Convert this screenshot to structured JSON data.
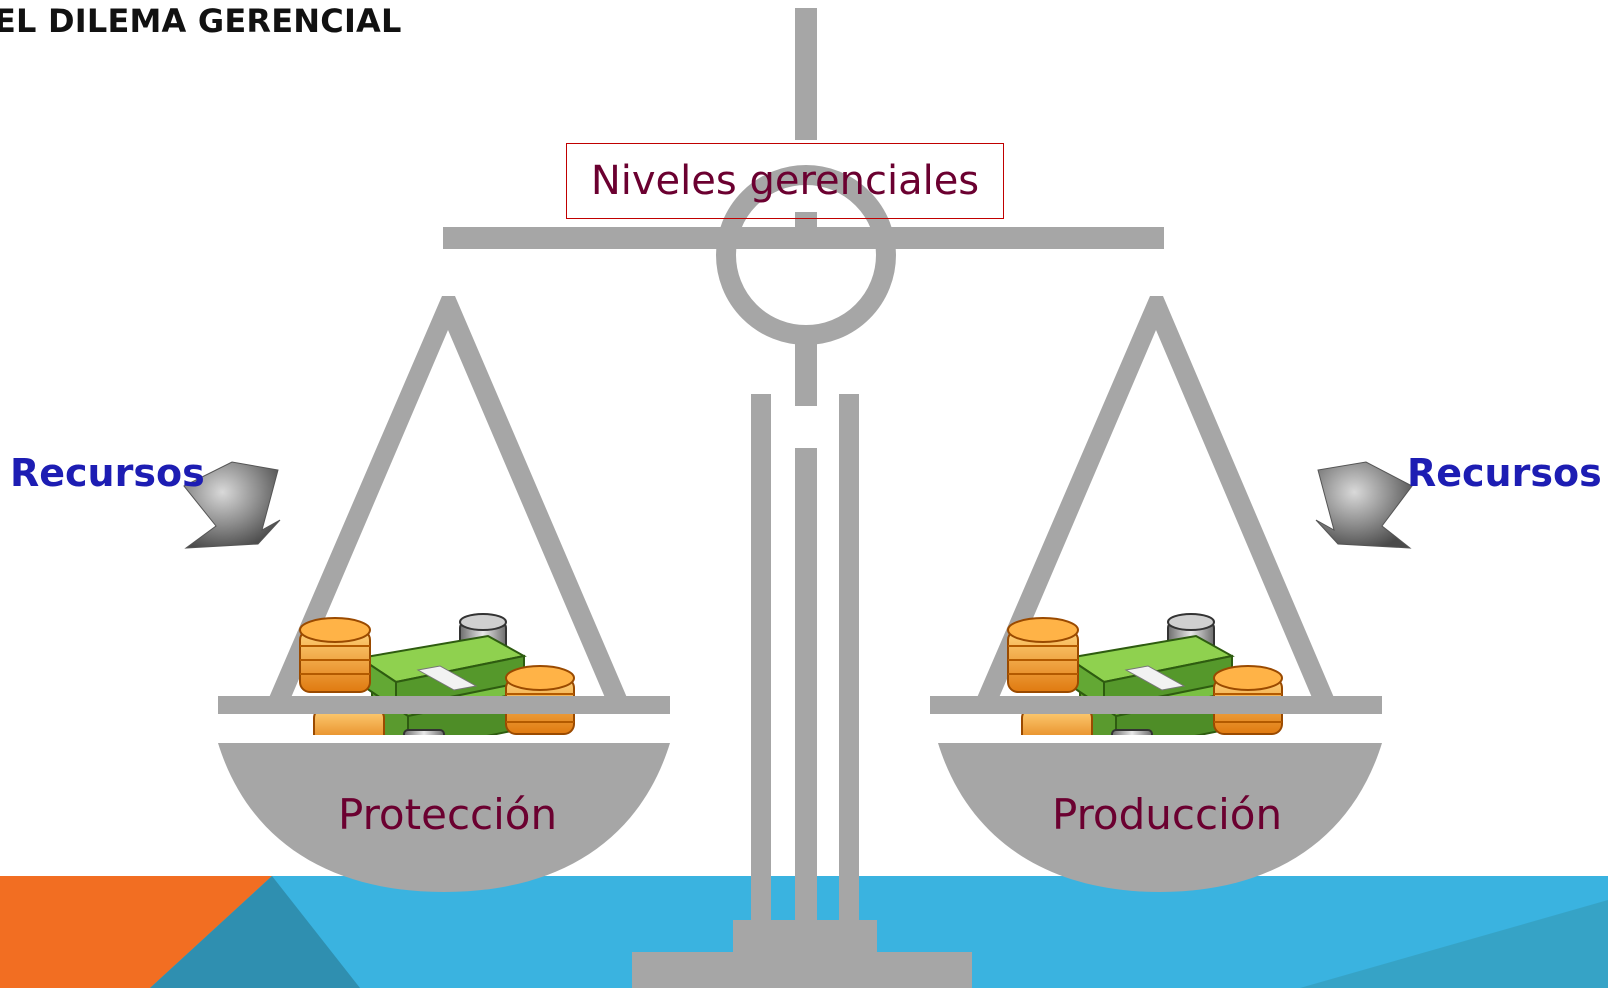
{
  "slide": {
    "title": "EL DILEMA GERENCIAL",
    "center_label": "Niveles gerenciales",
    "left_pan_label": "Protección",
    "right_pan_label": "Producción",
    "left_resources_label": "Recursos",
    "right_resources_label": "Recursos"
  },
  "colors": {
    "scale_gray": "#a6a6a6",
    "label_text": "#6b0030",
    "label_border": "#c00000",
    "resources_text": "#1d1db3",
    "band_blue": "#3ab3e0",
    "band_orange": "#f26e22",
    "band_dark_teal": "#2f8fb0"
  },
  "icons": [
    "money-pile-icon",
    "arrow-icon"
  ]
}
